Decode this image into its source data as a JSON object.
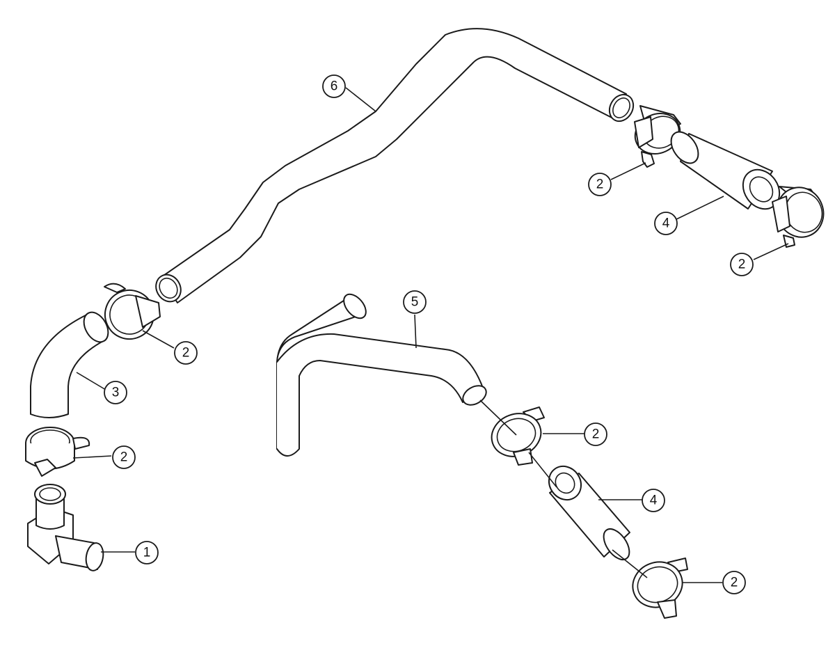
{
  "diagram": {
    "type": "exploded parts diagram",
    "line_color": "#1a1a1a",
    "background": "#ffffff"
  },
  "parts": [
    {
      "id": "elbow-fitting",
      "callout": "1"
    },
    {
      "id": "clamp-a",
      "callout": "2"
    },
    {
      "id": "clamp-b",
      "callout": "2"
    },
    {
      "id": "clamp-c",
      "callout": "2"
    },
    {
      "id": "clamp-d",
      "callout": "2"
    },
    {
      "id": "clamp-e",
      "callout": "2"
    },
    {
      "id": "clamp-f",
      "callout": "2"
    },
    {
      "id": "elbow-hose",
      "callout": "3"
    },
    {
      "id": "straight-hose-upper",
      "callout": "4"
    },
    {
      "id": "straight-hose-lower",
      "callout": "4"
    },
    {
      "id": "bent-tube-lower",
      "callout": "5"
    },
    {
      "id": "bent-tube-upper",
      "callout": "6"
    }
  ]
}
